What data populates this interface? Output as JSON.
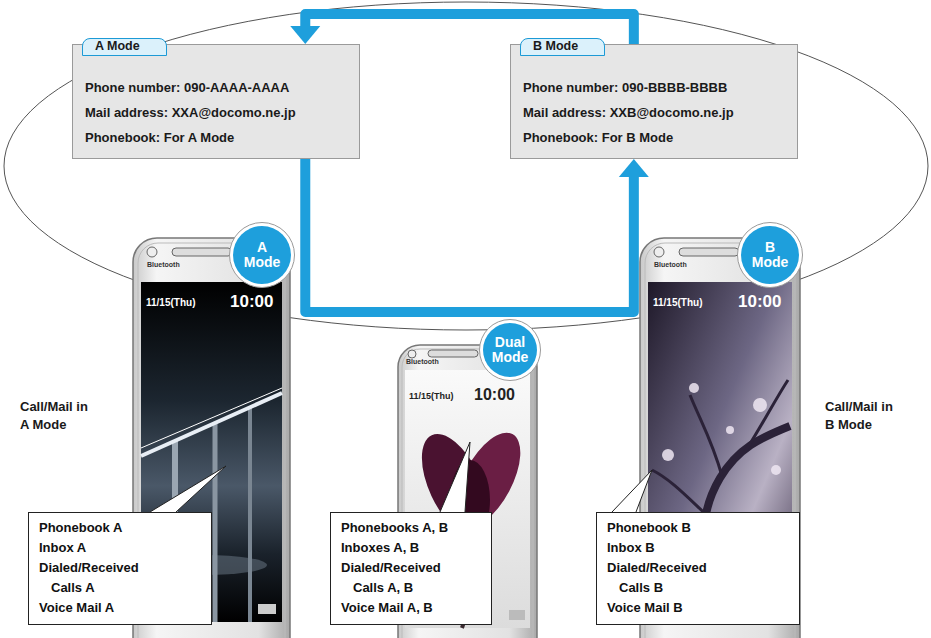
{
  "diagram": {
    "nodes": [
      {
        "text": [
          "A Mode",
          "Phone number: 090-AAAA-AAAA",
          "Mail address: XXA@docomo.ne.jp",
          "Phonebook: For A Mode"
        ]
      },
      {
        "text": [
          "B Mode",
          "Phone number: 090-BBBB-BBBB",
          "Mail address: XXB@docomo.ne.jp",
          "Phonebook: For B Mode"
        ]
      },
      {
        "text": [
          "A Mode"
        ]
      },
      {
        "text": [
          "B Mode"
        ]
      },
      {
        "text": [
          "Dual Mode"
        ]
      },
      {
        "text": [
          "Phonebook A",
          "Inbox A",
          "Dialed/Received Calls A",
          "Voice Mail A"
        ]
      },
      {
        "text": [
          "Phonebooks A, B",
          "Inboxes A, B",
          "Dialed/Received Calls A, B",
          "Voice Mail A, B"
        ]
      },
      {
        "text": [
          "Phonebook B",
          "Inbox B",
          "Dialed/Received Calls B",
          "Voice Mail B"
        ]
      }
    ],
    "edges": [
      {
        "from": 1,
        "to": 0,
        "arrow": "to"
      },
      {
        "from": 0,
        "to": 1,
        "arrow": "to"
      }
    ],
    "labels": [
      "Bluetooth",
      "11/15(Thu)",
      "10:00",
      "Bluetooth",
      "11/15(Thu)",
      "10:00",
      "Bluetooth",
      "11/15(Thu)",
      "10:00",
      "Call/Mail in A Mode",
      "Call/Mail in B Mode"
    ]
  }
}
